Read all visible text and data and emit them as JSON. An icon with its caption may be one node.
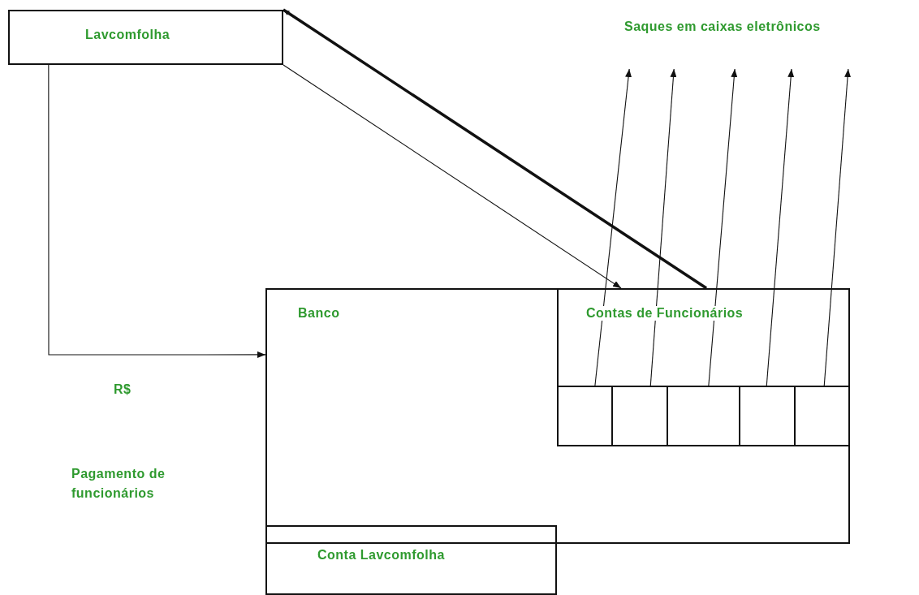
{
  "diagram": {
    "nodes": [
      {
        "text": [
          "Lavcomfolha"
        ]
      },
      {
        "text": [
          "Banco"
        ]
      },
      {
        "text": [
          "Contas de Funcionários"
        ],
        "in": 1
      },
      {
        "text": [],
        "shape": "box",
        "in": 2
      },
      {
        "text": [],
        "shape": "box",
        "in": 2
      },
      {
        "text": [],
        "shape": "box",
        "in": 2
      },
      {
        "text": [],
        "shape": "box",
        "in": 2
      },
      {
        "text": [],
        "shape": "box",
        "in": 2
      },
      {
        "text": [
          "Conta Lavcomfolha"
        ]
      },
      {
        "text": [
          "Saques em caixas eletrônicos"
        ]
      }
    ],
    "edges": [
      {
        "from": 0,
        "to": 1,
        "arrow": "to"
      },
      {
        "from": 0,
        "to": 2,
        "arrow": "to"
      },
      {
        "from": 2,
        "to": 0,
        "arrow": "to",
        "style": "thick"
      },
      {
        "from": 3,
        "to": 9,
        "arrow": "to"
      },
      {
        "from": 4,
        "to": 9,
        "arrow": "to"
      },
      {
        "from": 5,
        "to": 9,
        "arrow": "to"
      },
      {
        "from": 6,
        "to": 9,
        "arrow": "to"
      },
      {
        "from": 7,
        "to": 9,
        "arrow": "to"
      }
    ],
    "labels": [
      "R$",
      "Pagamento de funcionários"
    ]
  }
}
